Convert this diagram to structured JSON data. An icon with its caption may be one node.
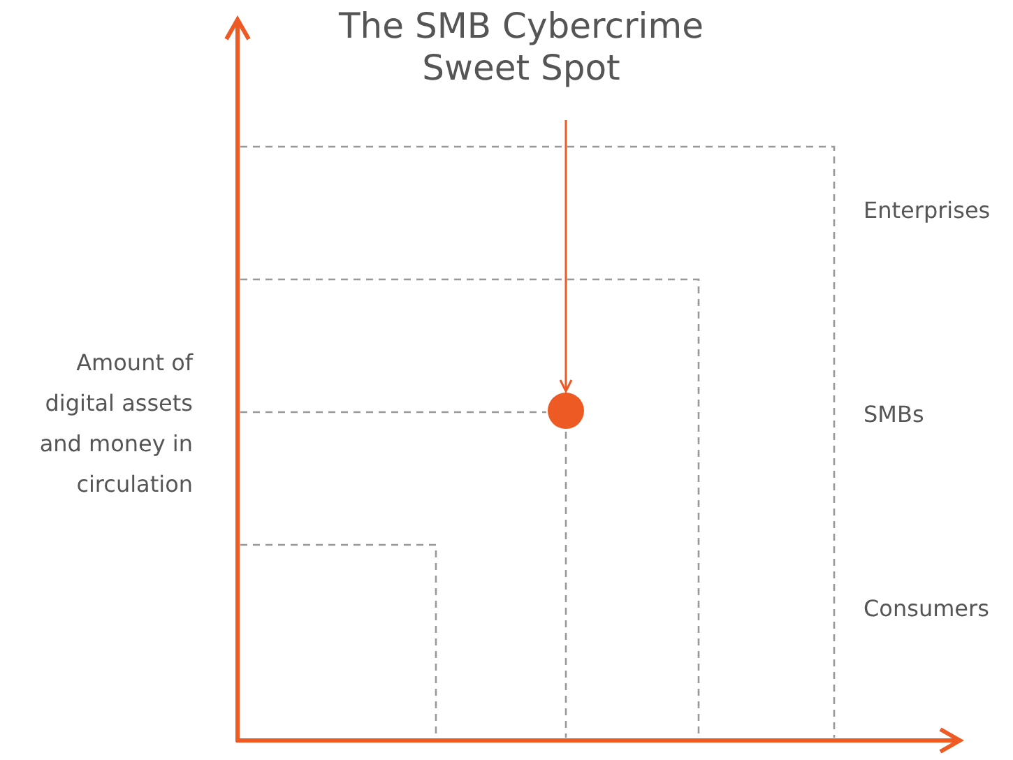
{
  "diagram": {
    "nodes": [
      {
        "text": [
          "The SMB Cybercrime Sweet Spot"
        ]
      },
      {
        "text": [],
        "shape": "circle"
      }
    ],
    "edges": [
      {
        "from": 0,
        "to": 1,
        "arrow": "to"
      }
    ],
    "labels": [
      "Amount of digital assets and money in circulation",
      "Enterprises",
      "SMBs",
      "Consumers"
    ]
  }
}
